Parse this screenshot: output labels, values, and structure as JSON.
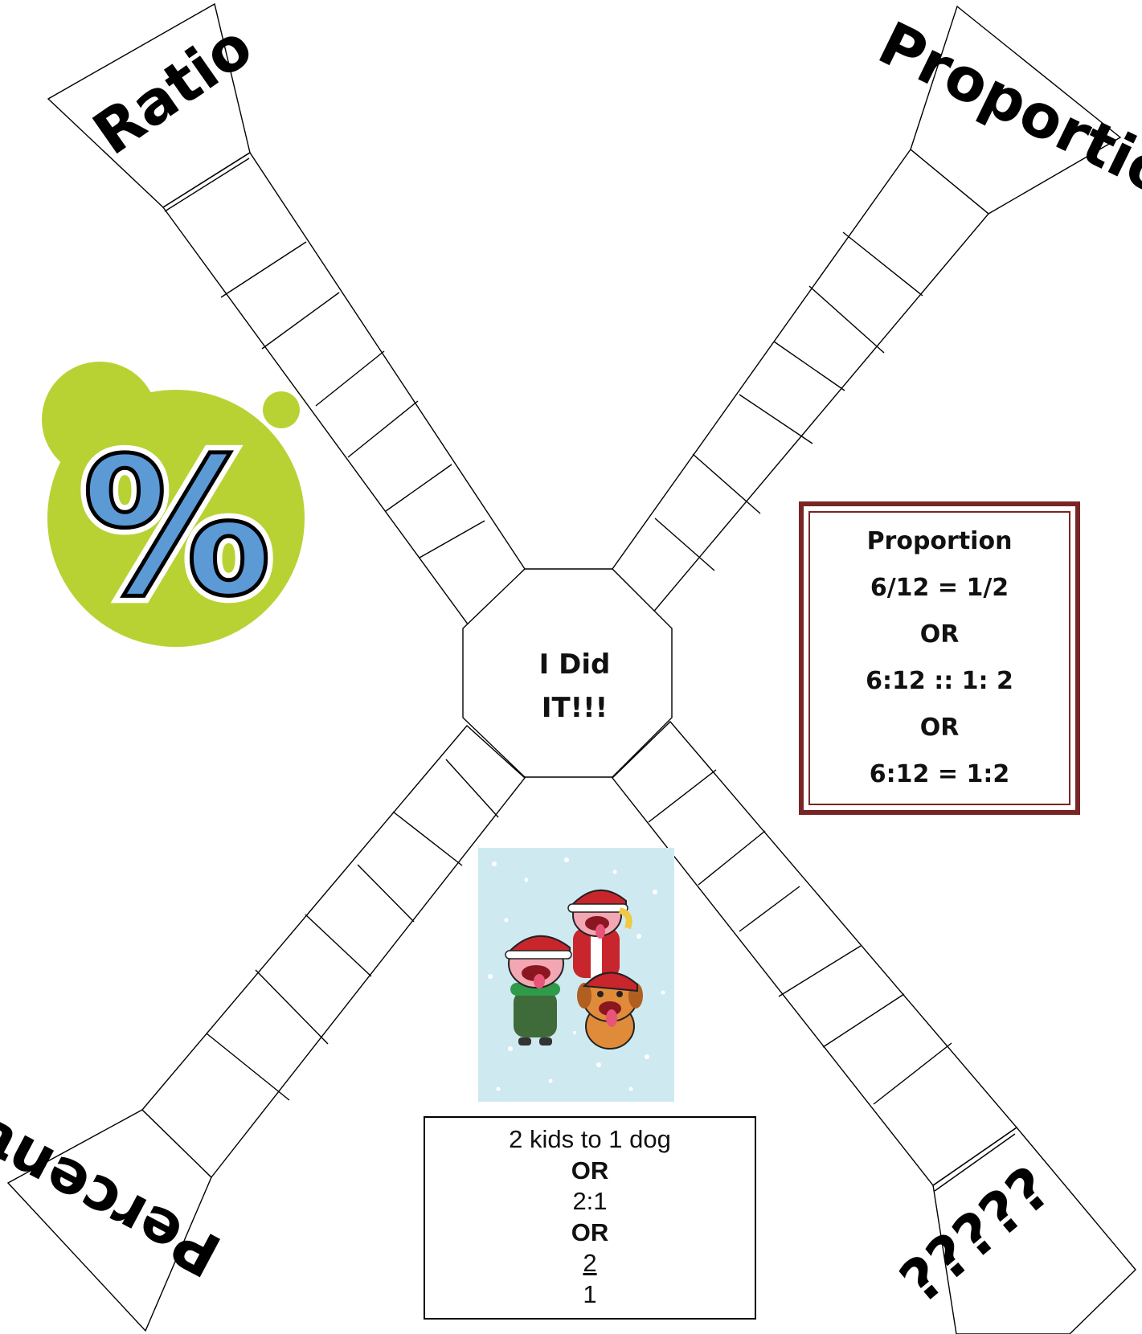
{
  "labels": {
    "top_left": "Ratio",
    "top_right": "Proportion",
    "bottom_left": "Percent",
    "bottom_right": "?????"
  },
  "center": {
    "line1": "I Did",
    "line2": "IT!!!"
  },
  "percent_badge": {
    "symbol": "%",
    "circle_color": "#b8d234",
    "symbol_color": "#5c9ad6"
  },
  "proportion_box": {
    "lines": [
      "Proportion",
      "6/12 = 1/2",
      "OR",
      "6:12 :: 1: 2",
      "OR",
      "6:12 = 1:2"
    ],
    "border_color": "#7a2525"
  },
  "caption": {
    "line1": "2 kids to 1 dog",
    "or1": "OR",
    "line2": "2:1",
    "or2": "OR",
    "numerator": "2",
    "denominator": "1"
  }
}
